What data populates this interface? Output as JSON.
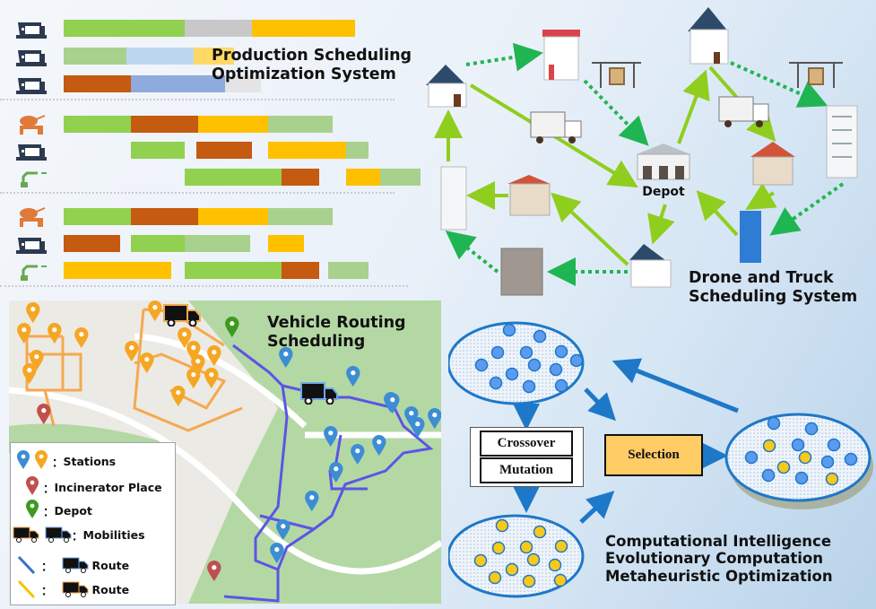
{
  "production": {
    "title_line1": "Production Scheduling",
    "title_line2": "Optimization System",
    "colors": {
      "green": "#92d050",
      "gray": "#c8c8c8",
      "amber": "#ffc000",
      "lightgreen": "#a9d18e",
      "lightblue": "#bdd7ee",
      "lightamber": "#ffd966",
      "rust": "#c55a11",
      "periwinkle": "#8faadc",
      "pale": "#e4e4e4"
    },
    "groups": [
      {
        "rows": [
          {
            "machine": "press-machine-icon",
            "segments": [
              [
                "green",
                0,
                27
              ],
              [
                "gray",
                27,
                42
              ],
              [
                "amber",
                42,
                65
              ]
            ]
          },
          {
            "machine": "press-machine-icon",
            "segments": [
              [
                "lightgreen",
                0,
                14
              ],
              [
                "lightblue",
                14,
                29
              ],
              [
                "lightamber",
                29,
                38
              ]
            ]
          },
          {
            "machine": "press-machine-icon",
            "segments": [
              [
                "rust",
                0,
                15
              ],
              [
                "periwinkle",
                15,
                36
              ],
              [
                "pale",
                36,
                44
              ]
            ]
          }
        ]
      },
      {
        "rows": [
          {
            "machine": "cutting-machine-icon",
            "segments": [
              [
                "green",
                0,
                15
              ],
              [
                "rust",
                15,
                30
              ],
              [
                "amber",
                30,
                45.5
              ],
              [
                "lightgreen",
                45.5,
                60
              ]
            ]
          },
          {
            "machine": "press-machine-icon",
            "segments": [
              [
                "green",
                15,
                27
              ],
              [
                "rust",
                29.5,
                42
              ],
              [
                "amber",
                45.5,
                63
              ],
              [
                "lightgreen",
                63,
                68
              ]
            ]
          },
          {
            "machine": "robot-arm-icon",
            "segments": [
              [
                "green",
                27,
                48.5
              ],
              [
                "rust",
                48.5,
                57
              ],
              [
                "amber",
                63,
                70.5
              ],
              [
                "lightgreen",
                70.5,
                79.5
              ]
            ]
          }
        ]
      },
      {
        "rows": [
          {
            "machine": "cutting-machine-icon",
            "segments": [
              [
                "green",
                0,
                15
              ],
              [
                "rust",
                15,
                30
              ],
              [
                "amber",
                30,
                45.5
              ],
              [
                "lightgreen",
                45.5,
                60
              ]
            ]
          },
          {
            "machine": "press-machine-icon",
            "segments": [
              [
                "rust",
                0,
                12.5
              ],
              [
                "green",
                15,
                27
              ],
              [
                "lightgreen",
                27,
                41.5
              ],
              [
                "amber",
                45.5,
                53.5
              ]
            ]
          },
          {
            "machine": "robot-arm-icon",
            "segments": [
              [
                "amber",
                0,
                24
              ],
              [
                "green",
                27,
                48.5
              ],
              [
                "rust",
                48.5,
                57
              ],
              [
                "lightgreen",
                59,
                68
              ]
            ]
          }
        ]
      }
    ]
  },
  "drone_truck": {
    "title_line1": "Drone and Truck",
    "title_line2": "Scheduling System",
    "depot_label": "Depot",
    "route_color": "#8fce1e",
    "drone_color": "#1fb553"
  },
  "vehicle_routing": {
    "title_line1": "Vehicle Routing",
    "title_line2": "Scheduling",
    "legend": {
      "stations": "Stations",
      "incinerator": "Incinerator Place",
      "depot": "Depot",
      "mobilities": "Mobilities",
      "route_blue": "Route",
      "route_orange": "Route",
      "separator": "："
    },
    "colors": {
      "blue_pin": "#3c8dd4",
      "orange_pin": "#f5a623",
      "red_pin": "#c0504d",
      "green_pin": "#3d9a1e",
      "blue_route": "#5b55e6",
      "orange_route": "#f4a950"
    }
  },
  "evolutionary": {
    "crossover": "Crossover",
    "mutation": "Mutation",
    "selection": "Selection",
    "caption_line1": "Computational Intelligence",
    "caption_line2": "Evolutionary Computation",
    "caption_line3": "Metaheuristic Optimization",
    "colors": {
      "arrow": "#1e78c8",
      "blue_dot": "#5b9bef",
      "yellow_dot": "#f7c91a",
      "selection_fill": "#ffcc66"
    }
  }
}
